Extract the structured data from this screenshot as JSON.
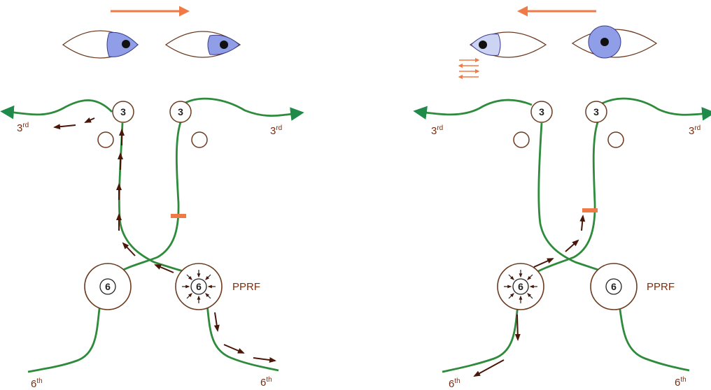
{
  "colors": {
    "nerve": "#2e8b3c",
    "nerve_arrow": "#1f8a4a",
    "nucleus_stroke": "#6b3a1f",
    "signal_arrow": "#4a1608",
    "lesion": "#f07a45",
    "gaze_arrow": "#f07a45",
    "iris": "#8f9ee6",
    "pupil": "#111111",
    "label": "#7a2e12"
  },
  "icons": {
    "gaze_arrow": "gaze-arrow-icon",
    "nystagmus": "nystagmus-arrows-icon",
    "eye": "eye-icon"
  },
  "panels": [
    {
      "id": "left",
      "gaze_direction": "right",
      "labels": {
        "third_left": "3rd",
        "third_right": "3rd",
        "sixth_left": "6th",
        "sixth_right": "6th",
        "pprf": "PPRF"
      },
      "nuclei": {
        "third_left": "3",
        "third_right": "3",
        "sixth_left": "6",
        "sixth_right": "6"
      }
    },
    {
      "id": "right",
      "gaze_direction": "left",
      "labels": {
        "third_left": "3rd",
        "third_right": "3rd",
        "sixth_left": "6th",
        "sixth_right": "6th",
        "pprf": "PPRF"
      },
      "nuclei": {
        "third_left": "3",
        "third_right": "3",
        "sixth_left": "6",
        "sixth_right": "6"
      }
    }
  ]
}
